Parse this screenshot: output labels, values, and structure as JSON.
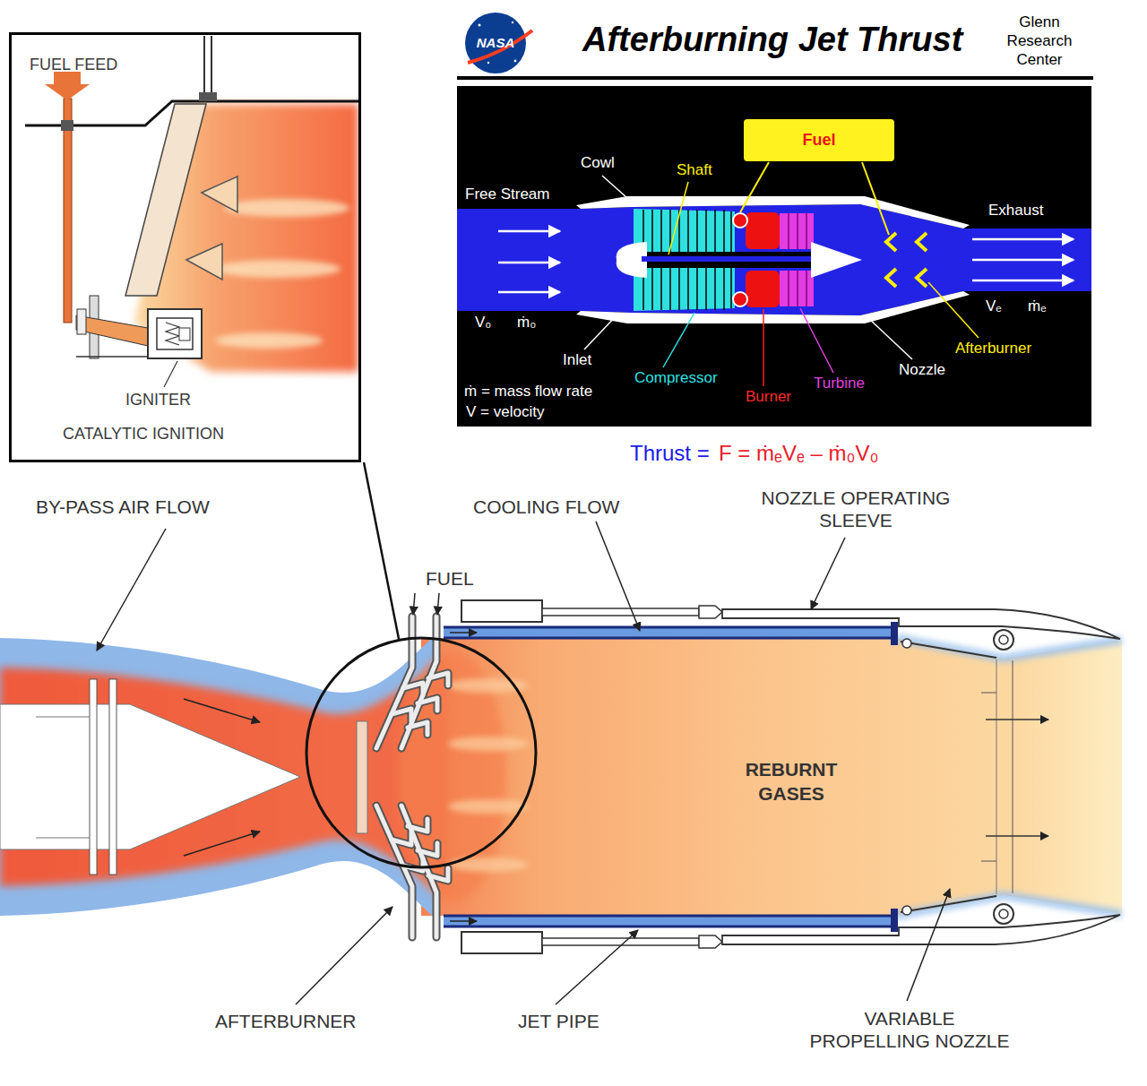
{
  "diagram": {
    "title": "Afterburning Jet Thrust",
    "nodes": [
      {
        "text": [
          "FUEL FEED",
          "IGNITER",
          "CATALYTIC IGNITION"
        ]
      },
      {
        "text": [
          "Cowl",
          "Shaft",
          "Free Stream",
          "Exhaust",
          "V₀",
          "ṁ₀",
          "Inlet",
          "Compressor",
          "Burner",
          "Turbine",
          "Nozzle",
          "Afterburner",
          "Vₑ",
          "ṁₑ",
          "ṁ = mass flow rate",
          "V = velocity"
        ]
      },
      {
        "text": [
          "Fuel"
        ],
        "in": 1
      }
    ],
    "labels": [
      "NASA",
      "Glenn Research Center",
      "Thrust =",
      "F = ṁₑVₑ – ṁ₀V₀",
      "BY-PASS AIR FLOW",
      "COOLING FLOW",
      "NOZZLE OPERATING SLEEVE",
      "FUEL",
      "REBURNT GASES",
      "AFTERBURNER",
      "JET PIPE",
      "VARIABLE PROPELLING NOZZLE"
    ]
  }
}
